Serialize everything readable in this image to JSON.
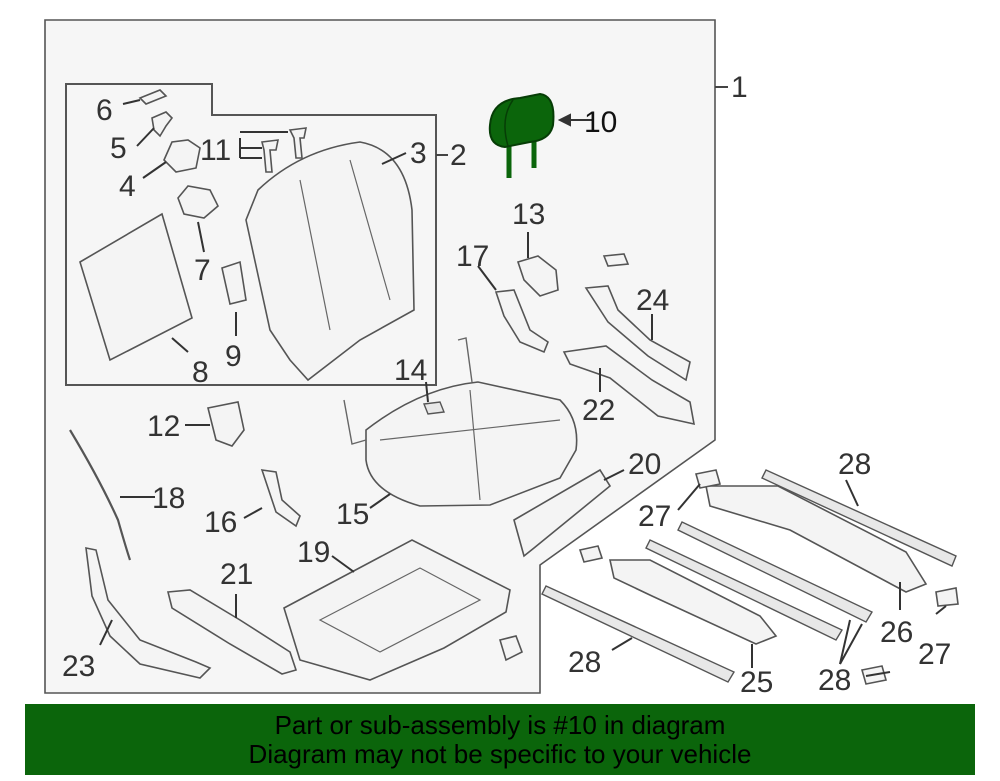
{
  "callouts": {
    "c1": "1",
    "c2": "2",
    "c3": "3",
    "c4": "4",
    "c5": "5",
    "c6": "6",
    "c7": "7",
    "c8": "8",
    "c9": "9",
    "c10": "10",
    "c11": "11",
    "c12": "12",
    "c13": "13",
    "c14": "14",
    "c15": "15",
    "c16": "16",
    "c17": "17",
    "c18": "18",
    "c19": "19",
    "c20": "20",
    "c21": "21",
    "c22": "22",
    "c23": "23",
    "c24": "24",
    "c25": "25",
    "c26": "26",
    "c27a": "27",
    "c27b": "27",
    "c28a": "28",
    "c28b": "28",
    "c28c": "28"
  },
  "highlight_color": "#0b650b",
  "banner": {
    "line1": "Part or sub-assembly is #10 in diagram",
    "line2": "Diagram may not be specific to your vehicle"
  }
}
